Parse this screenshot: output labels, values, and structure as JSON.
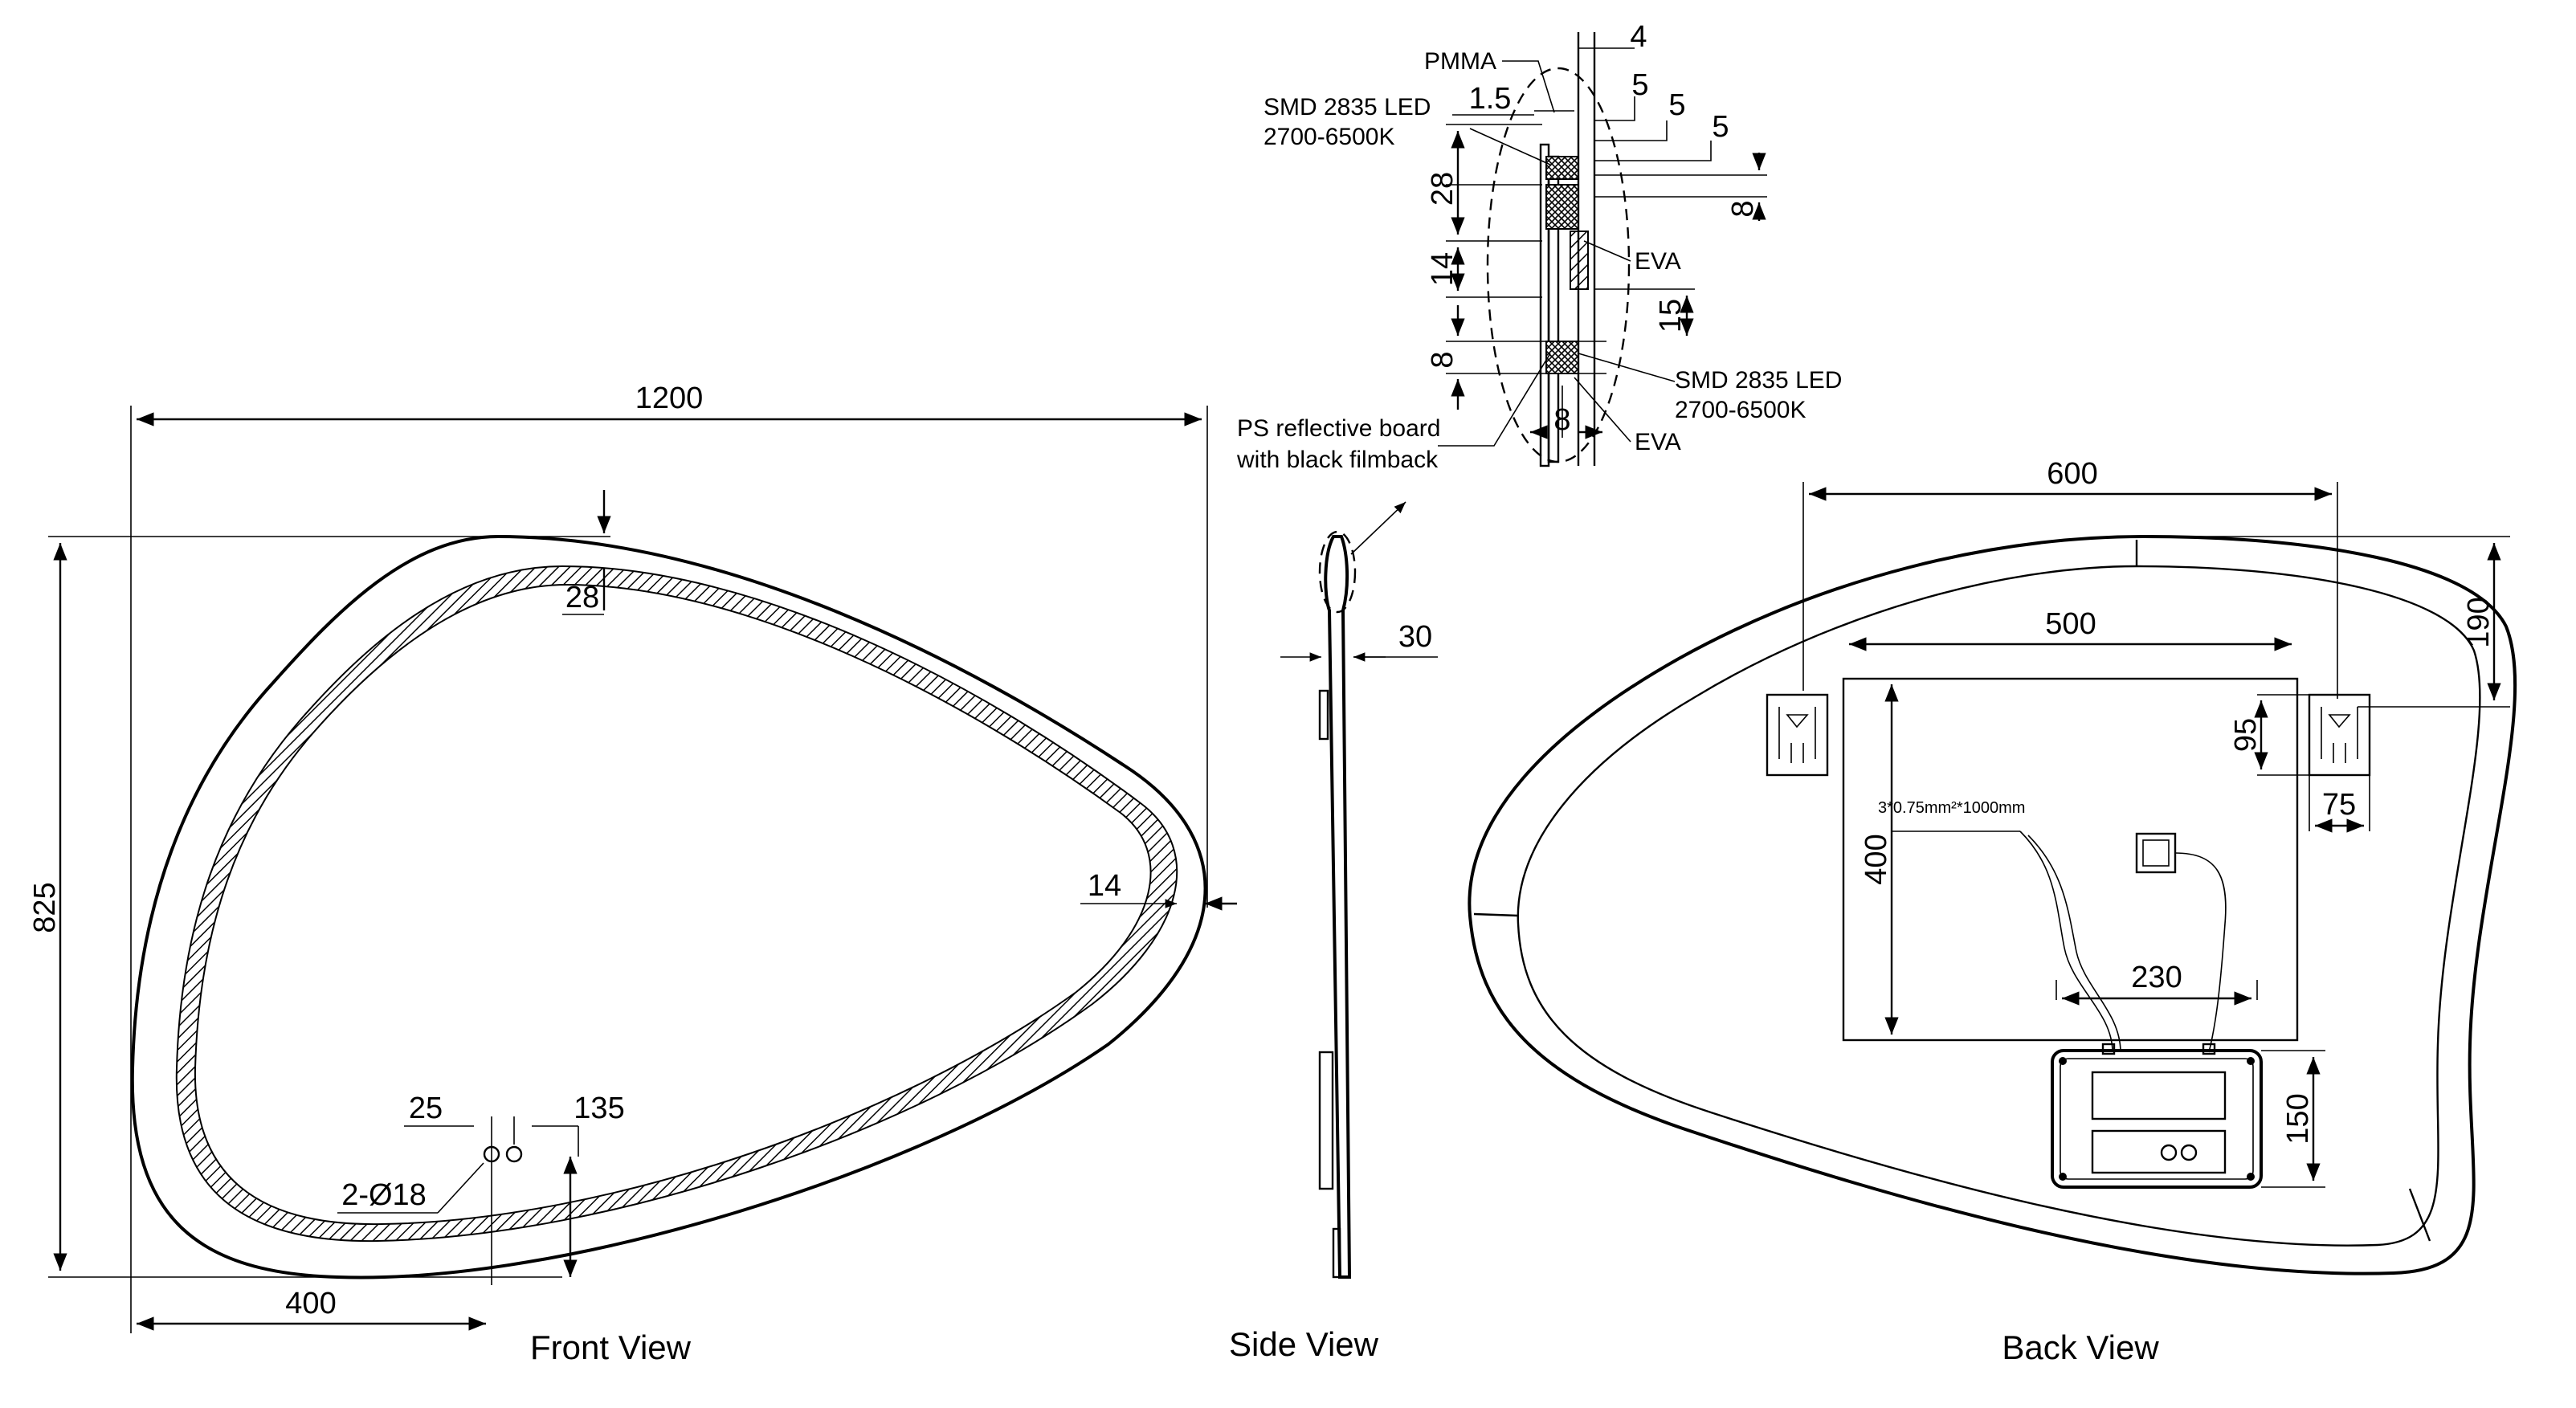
{
  "colors": {
    "line": "#000000",
    "background": "#ffffff",
    "hatch": "#000000"
  },
  "views": {
    "front": "Front View",
    "side": "Side View",
    "back": "Back View"
  },
  "front": {
    "width": "1200",
    "height": "825",
    "inset_top": "28",
    "inset_right": "14",
    "dim_25": "25",
    "dim_135": "135",
    "holes": "2-Ø18",
    "dim_400": "400"
  },
  "side": {
    "thickness": "30",
    "callout_pmma": "PMMA",
    "callout_led_top_1": "SMD 2835 LED",
    "callout_led_top_2": "2700-6500K",
    "callout_eva_1": "EVA",
    "callout_led_bottom_1": "SMD 2835 LED",
    "callout_led_bottom_2": "2700-6500K",
    "callout_eva_2": "EVA",
    "callout_board_1": "PS reflective board",
    "callout_board_2": "with black filmback",
    "dim_4": "4",
    "dim_1_5": "1.5",
    "dim_5a": "5",
    "dim_5b": "5",
    "dim_5c": "5",
    "dim_28": "28",
    "dim_8_right": "8",
    "dim_14": "14",
    "dim_15": "15",
    "dim_8_left": "8",
    "dim_8_bottom": "8"
  },
  "back": {
    "dim_600": "600",
    "dim_190": "190",
    "dim_500": "500",
    "dim_95": "95",
    "dim_75": "75",
    "dim_400": "400",
    "cable": "3*0.75mm²*1000mm",
    "dim_230": "230",
    "dim_150": "150"
  }
}
